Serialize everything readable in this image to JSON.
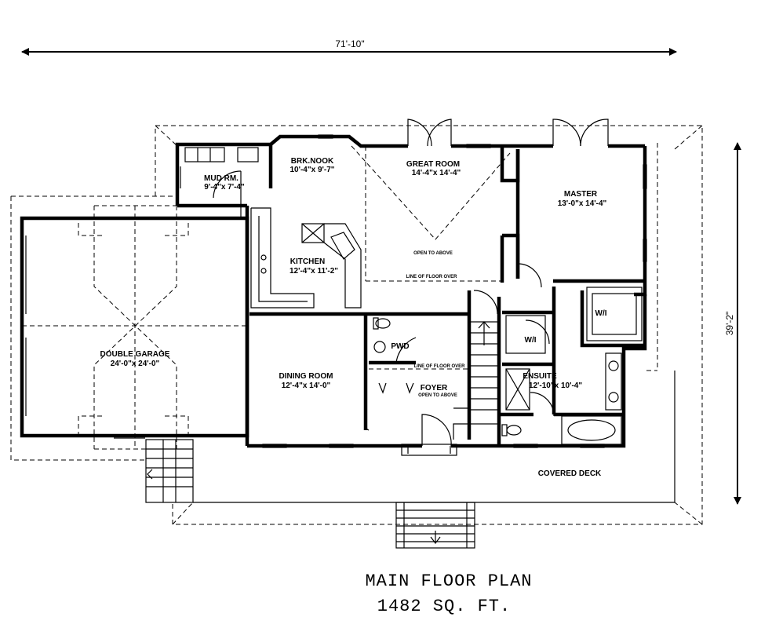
{
  "dimensions": {
    "overall_width": "71'-10\"",
    "overall_depth": "39'-2\""
  },
  "rooms": [
    {
      "name": "MUD RM.",
      "size": "9'-4\"x 7'-4\""
    },
    {
      "name": "BRK.NOOK",
      "size": "10'-4\"x 9'-7\""
    },
    {
      "name": "GREAT ROOM",
      "size": "14'-4\"x 14'-4\""
    },
    {
      "name": "MASTER",
      "size": "13'-0\"x 14'-4\""
    },
    {
      "name": "KITCHEN",
      "size": "12'-4\"x 11'-2\""
    },
    {
      "name": "DOUBLE GARAGE",
      "size": "24'-0\"x 24'-0\""
    },
    {
      "name": "DINING ROOM",
      "size": "12'-4\"x 14'-0\""
    },
    {
      "name": "FOYER",
      "size": "OPEN TO ABOVE"
    },
    {
      "name": "ENSUITE",
      "size": "12'-10\"x 10'-4\""
    }
  ],
  "labels": {
    "open_above": "OPEN TO ABOVE",
    "line_floor_over": "LINE OF FLOOR OVER",
    "pwd": "PWD",
    "wi_1": "W/I",
    "wi_2": "W/I",
    "covered_deck": "COVERED DECK"
  },
  "title": {
    "line1": "MAIN FLOOR PLAN",
    "line2": "1482 SQ. FT."
  }
}
